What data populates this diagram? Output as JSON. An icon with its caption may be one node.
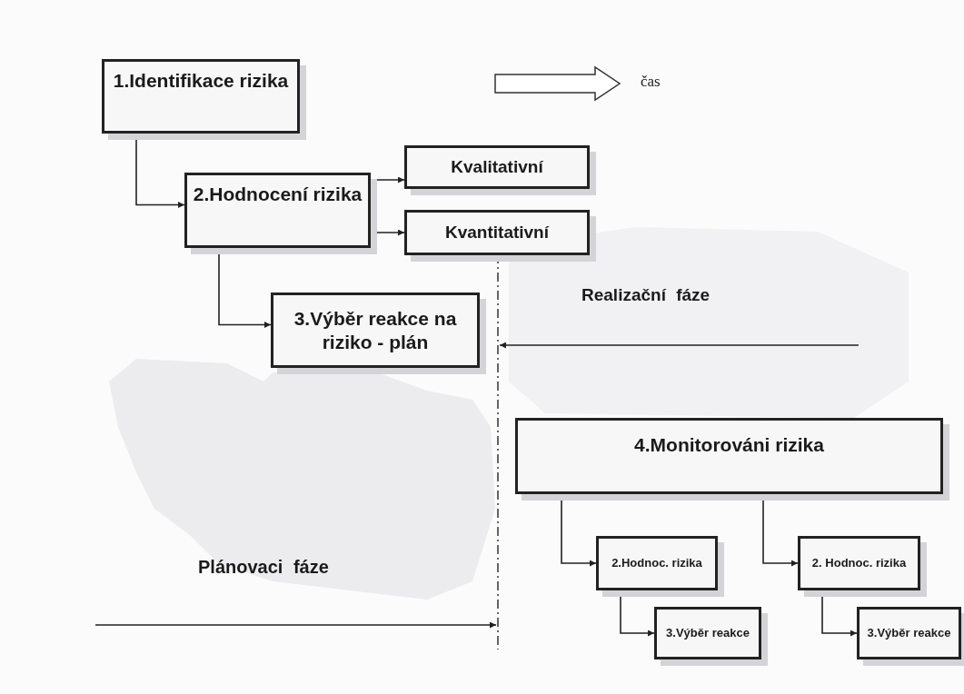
{
  "diagram": {
    "nodes": [
      {
        "text": [
          "1.Identifikace rizika"
        ]
      },
      {
        "text": [
          "2.Hodnocení rizika"
        ]
      },
      {
        "text": [
          "Kvalitativní"
        ]
      },
      {
        "text": [
          "Kvantitativní"
        ]
      },
      {
        "text": [
          "3.Výběr reakce na riziko - plán"
        ]
      },
      {
        "text": [
          "4.Monitorováni rizika"
        ]
      },
      {
        "text": [
          "2.Hodnoc. rizika"
        ]
      },
      {
        "text": [
          "3.Výběr reakce"
        ]
      },
      {
        "text": [
          "2. Hodnoc. rizika"
        ]
      },
      {
        "text": [
          "3.Výběr reakce"
        ]
      }
    ],
    "edges": [
      {
        "from": 0,
        "to": 1,
        "arrow": "to"
      },
      {
        "from": 1,
        "to": 2,
        "arrow": "to"
      },
      {
        "from": 1,
        "to": 3,
        "arrow": "to"
      },
      {
        "from": 1,
        "to": 4,
        "arrow": "to"
      },
      {
        "from": 5,
        "to": 6,
        "arrow": "to"
      },
      {
        "from": 6,
        "to": 7,
        "arrow": "to"
      },
      {
        "from": 5,
        "to": 8,
        "arrow": "to"
      },
      {
        "from": 8,
        "to": 9,
        "arrow": "to"
      }
    ],
    "labels": [
      "čas",
      "Realizační fáze",
      "Plánovaci fáze"
    ]
  }
}
